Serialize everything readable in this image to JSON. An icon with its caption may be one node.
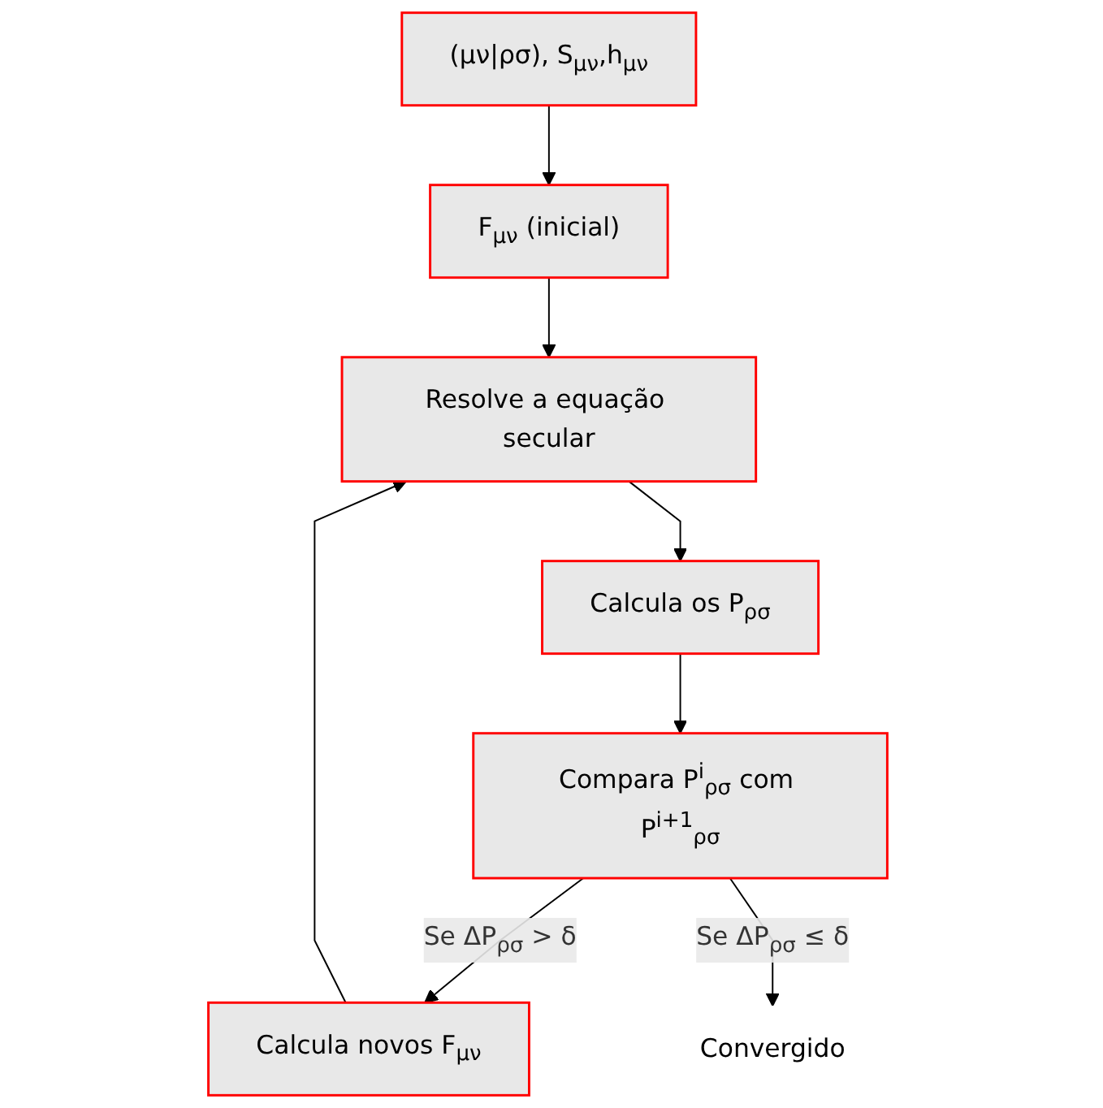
{
  "diagram": {
    "nodes": [
      {
        "text": [
          "(μν|ρσ), S$_{μν}$,h$_{μν}$"
        ]
      },
      {
        "text": [
          "F$_{μν}$ (inicial)"
        ]
      },
      {
        "text": [
          "Resolve a equação secular"
        ]
      },
      {
        "text": [
          "Calcula os P$_{ρσ}$"
        ]
      },
      {
        "text": [
          "Compara P$^{i}$$_{ρσ}$ com P$^{i+1}$$_{ρσ}$"
        ]
      },
      {
        "text": [
          "Calcula novos F$_{μν}$"
        ]
      },
      {
        "text": [
          "Convergido"
        ]
      }
    ],
    "edges": [
      {
        "from": 0,
        "to": 1,
        "arrow": "to"
      },
      {
        "from": 1,
        "to": 2,
        "arrow": "to"
      },
      {
        "from": 2,
        "to": 3,
        "arrow": "to"
      },
      {
        "from": 3,
        "to": 4,
        "arrow": "to"
      },
      {
        "from": 4,
        "to": 5,
        "arrow": "to",
        "label": "Se ΔP$_{ρσ}$ > δ"
      },
      {
        "from": 5,
        "to": 2,
        "arrow": "to"
      },
      {
        "from": 4,
        "to": 6,
        "arrow": "to",
        "label": "Se ΔP$_{ρσ}$ ≤ δ"
      }
    ]
  }
}
